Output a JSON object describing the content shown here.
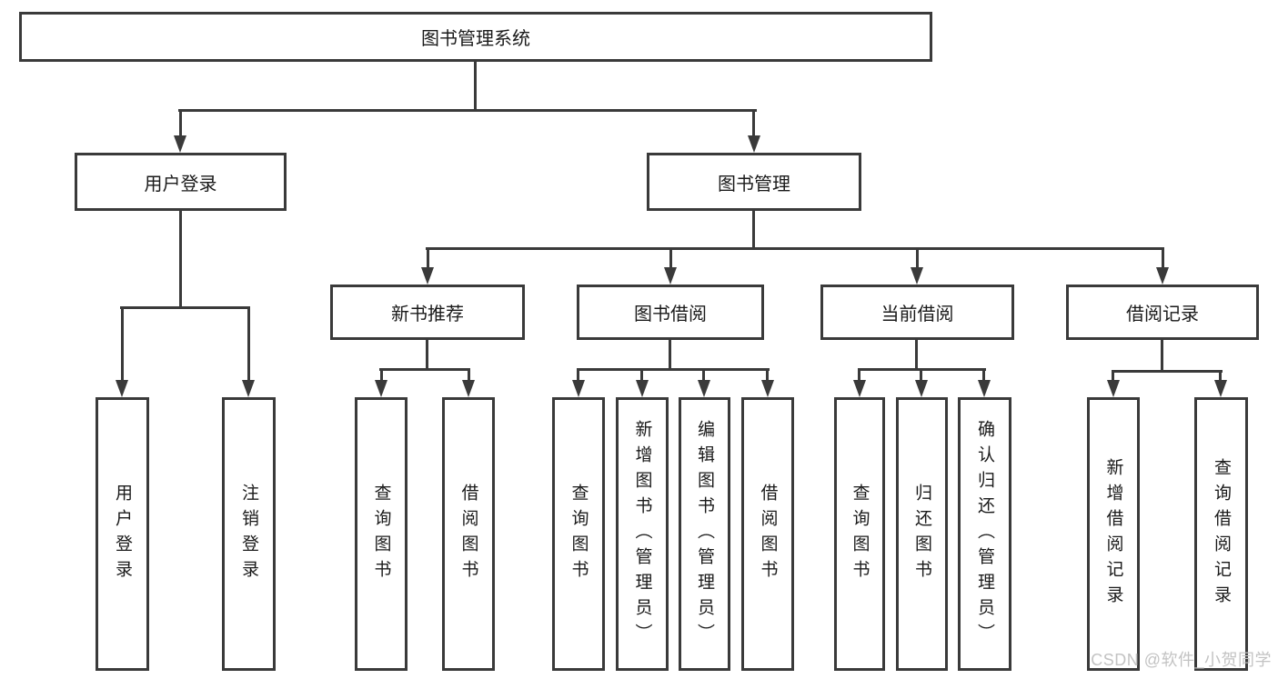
{
  "diagram": {
    "root": {
      "label": "图书管理系统"
    },
    "level1": [
      {
        "label": "用户登录"
      },
      {
        "label": "图书管理"
      }
    ],
    "level2": [
      {
        "label": "新书推荐"
      },
      {
        "label": "图书借阅"
      },
      {
        "label": "当前借阅"
      },
      {
        "label": "借阅记录"
      }
    ],
    "leaves": {
      "login": [
        {
          "label": "用户登录"
        },
        {
          "label": "注销登录"
        }
      ],
      "recommend": [
        {
          "label": "查询图书"
        },
        {
          "label": "借阅图书"
        }
      ],
      "borrow": [
        {
          "label": "查询图书"
        },
        {
          "label": "新增图书（管理员）"
        },
        {
          "label": "编辑图书（管理员）"
        },
        {
          "label": "借阅图书"
        }
      ],
      "current": [
        {
          "label": "查询图书"
        },
        {
          "label": "归还图书"
        },
        {
          "label": "确认归还（管理员）"
        }
      ],
      "records": [
        {
          "label": "新增借阅记录"
        },
        {
          "label": "查询借阅记录"
        }
      ]
    },
    "colors": {
      "line": "#3a3a3a",
      "text": "#1a1a1a",
      "watermark": "#c3c3c3",
      "background": "#ffffff"
    }
  },
  "watermark": {
    "text": "CSDN @软件_小贺同学"
  }
}
